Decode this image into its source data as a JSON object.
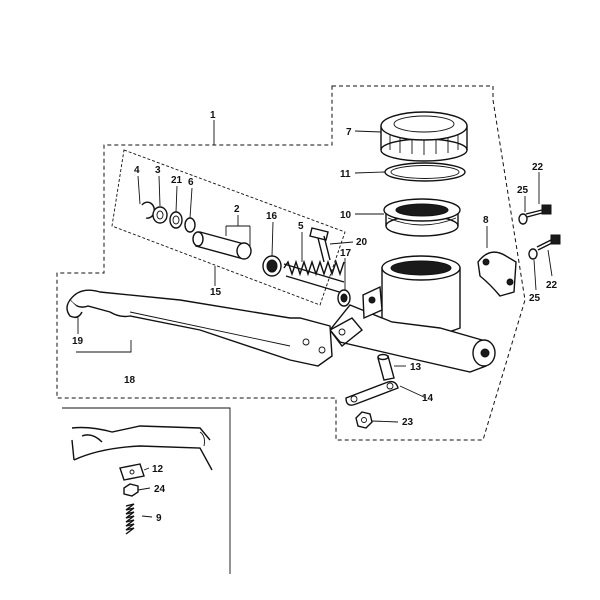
{
  "diagram": {
    "callouts": [
      {
        "id": "c1",
        "text": "1"
      },
      {
        "id": "c2",
        "text": "2"
      },
      {
        "id": "c3",
        "text": "3"
      },
      {
        "id": "c4",
        "text": "4"
      },
      {
        "id": "c5",
        "text": "5"
      },
      {
        "id": "c6",
        "text": "6"
      },
      {
        "id": "c7",
        "text": "7"
      },
      {
        "id": "c8",
        "text": "8"
      },
      {
        "id": "c9",
        "text": "9"
      },
      {
        "id": "c10",
        "text": "10"
      },
      {
        "id": "c11",
        "text": "11"
      },
      {
        "id": "c12",
        "text": "12"
      },
      {
        "id": "c13",
        "text": "13"
      },
      {
        "id": "c14",
        "text": "14"
      },
      {
        "id": "c15",
        "text": "15"
      },
      {
        "id": "c16",
        "text": "16"
      },
      {
        "id": "c17",
        "text": "17"
      },
      {
        "id": "c18",
        "text": "18"
      },
      {
        "id": "c19",
        "text": "19"
      },
      {
        "id": "c20",
        "text": "20"
      },
      {
        "id": "c21",
        "text": "21"
      },
      {
        "id": "c22a",
        "text": "22"
      },
      {
        "id": "c22b",
        "text": "22"
      },
      {
        "id": "c23",
        "text": "23"
      },
      {
        "id": "c24",
        "text": "24"
      },
      {
        "id": "c25a",
        "text": "25"
      },
      {
        "id": "c25b",
        "text": "25"
      }
    ]
  }
}
